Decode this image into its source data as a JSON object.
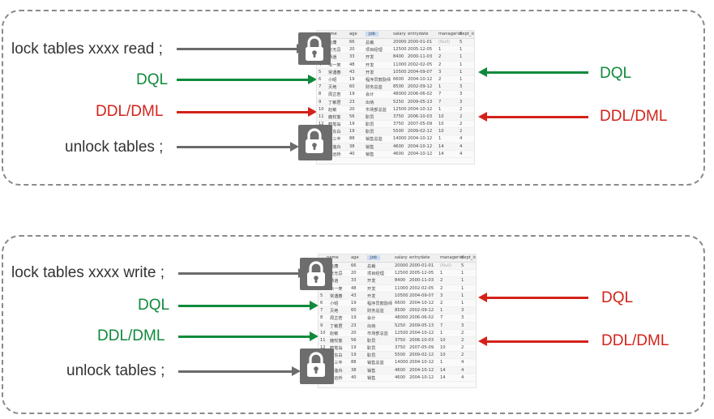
{
  "read_panel": {
    "lock_cmd": "lock tables xxxx read ;",
    "dql_left": "DQL",
    "ddl_left": "DDL/DML",
    "unlock_cmd": "unlock tables ;",
    "dql_right": "DQL",
    "ddl_right": "DDL/DML"
  },
  "write_panel": {
    "lock_cmd": "lock tables xxxx write ;",
    "dql_left": "DQL",
    "ddl_left": "DDL/DML",
    "unlock_cmd": "unlock tables ;",
    "dql_right": "DQL",
    "ddl_right": "DDL/DML"
  },
  "colors": {
    "allowed": "#0f8a3c",
    "blocked": "#d4221a",
    "command": "#6b6b6b"
  },
  "icons": [
    "lock-icon"
  ],
  "table": {
    "columns": [
      "name",
      "age",
      "job",
      "salary",
      "entrydate",
      "managerid",
      "dept_id"
    ],
    "rows": [
      [
        "金庸",
        "66",
        "总裁",
        "20000",
        "2000-01-01",
        "(Null)",
        "5"
      ],
      [
        "张无忌",
        "20",
        "项目经理",
        "12500",
        "2005-12-05",
        "1",
        "1"
      ],
      [
        "杨逍",
        "33",
        "开发",
        "8400",
        "2000-11-03",
        "2",
        "1"
      ],
      [
        "韦一笑",
        "48",
        "开发",
        "11000",
        "2002-02-05",
        "2",
        "1"
      ],
      [
        "常遇春",
        "43",
        "开发",
        "10500",
        "2004-09-07",
        "3",
        "1"
      ],
      [
        "小昭",
        "19",
        "程序员鼓励师",
        "6600",
        "2004-10-12",
        "2",
        "1"
      ],
      [
        "灭绝",
        "60",
        "财务总监",
        "8500",
        "2002-09-12",
        "1",
        "3"
      ],
      [
        "周芷若",
        "19",
        "会计",
        "48000",
        "2006-06-02",
        "7",
        "3"
      ],
      [
        "丁敏君",
        "23",
        "出纳",
        "5250",
        "2009-05-13",
        "7",
        "3"
      ],
      [
        "赵敏",
        "20",
        "市场部总监",
        "12500",
        "2004-10-12",
        "1",
        "2"
      ],
      [
        "鹿杖客",
        "56",
        "职员",
        "3750",
        "2006-10-03",
        "10",
        "2"
      ],
      [
        "鹤笔翁",
        "19",
        "职员",
        "3750",
        "2007-05-09",
        "10",
        "2"
      ],
      [
        "方东白",
        "19",
        "职员",
        "5500",
        "2009-02-12",
        "10",
        "2"
      ],
      [
        "张三丰",
        "88",
        "销售总监",
        "14000",
        "2004-10-12",
        "1",
        "4"
      ],
      [
        "俞莲舟",
        "38",
        "销售",
        "4600",
        "2004-10-12",
        "14",
        "4"
      ],
      [
        "宋远桥",
        "40",
        "销售",
        "4600",
        "2004-10-12",
        "14",
        "4"
      ]
    ]
  }
}
